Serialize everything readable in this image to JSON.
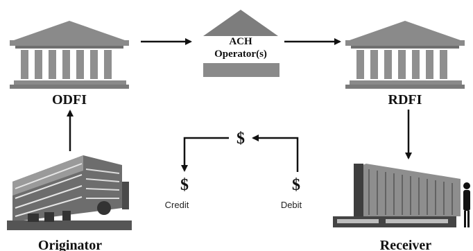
{
  "nodes": {
    "odfi": {
      "label": "ODFI"
    },
    "ach_operator": {
      "label_line1": "ACH",
      "label_line2": "Operator(s)"
    },
    "rdfi": {
      "label": "RDFI"
    },
    "originator": {
      "label": "Originator"
    },
    "receiver": {
      "label": "Receiver"
    }
  },
  "flow": {
    "symbol_top": "$",
    "symbol_left": "$",
    "symbol_right": "$",
    "credit_label": "Credit",
    "debit_label": "Debit"
  }
}
